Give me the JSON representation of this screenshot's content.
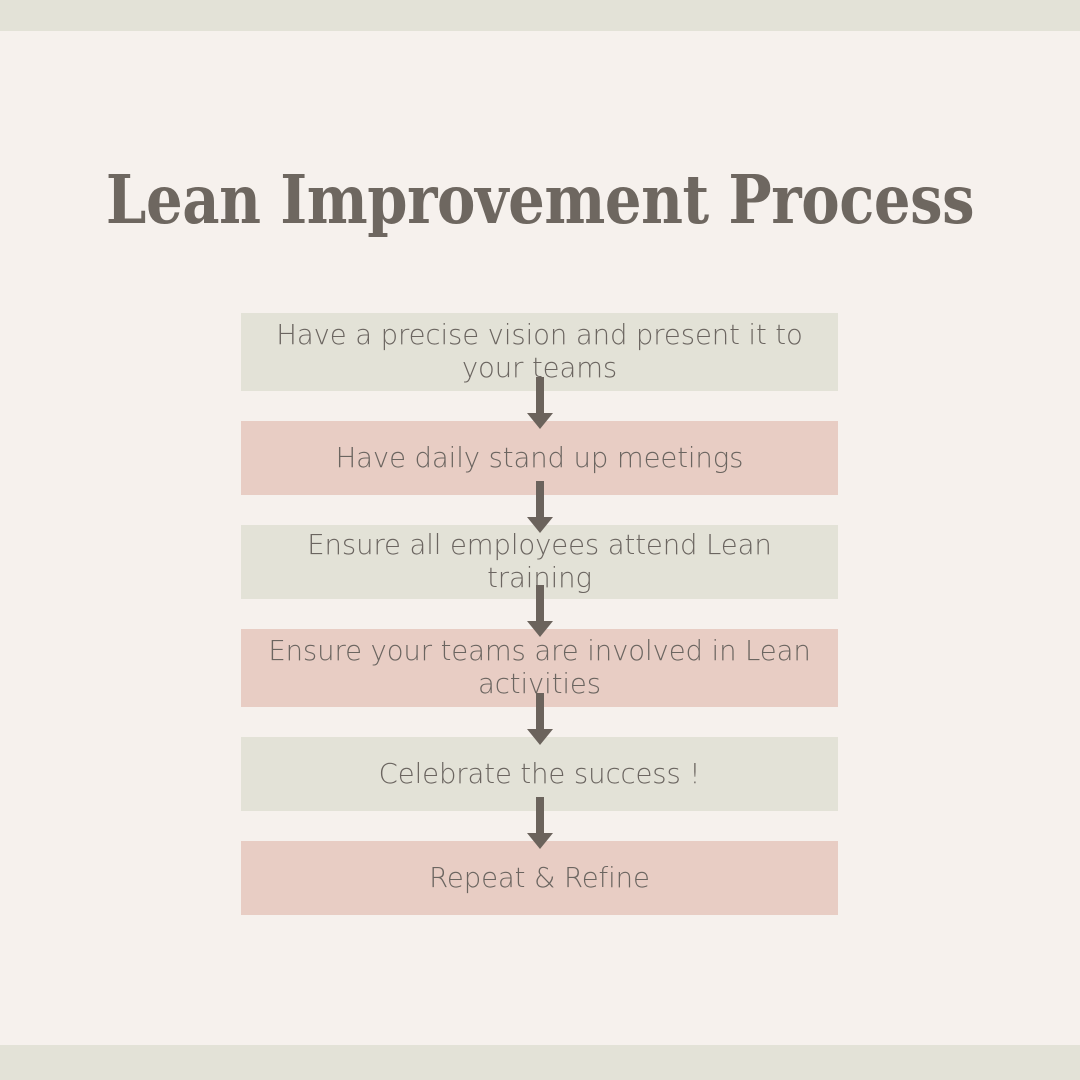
{
  "page": {
    "background_color": "#f6f1ed",
    "band_color": "#e3e2d7",
    "title": "Lean Improvement Process",
    "title_color": "#6e6760"
  },
  "colors": {
    "sage": "#e3e2d7",
    "pink": "#e8cdc4",
    "text": "#6b6560",
    "arrow": "#6b635c"
  },
  "flowchart": {
    "type": "vertical-flow",
    "connector_icon": "arrow-down-icon",
    "steps": [
      {
        "index": 1,
        "label": "Have a precise vision and present it to your teams",
        "fill": "sage",
        "lines": 2
      },
      {
        "index": 2,
        "label": "Have daily stand up meetings",
        "fill": "pink",
        "lines": 1
      },
      {
        "index": 3,
        "label": "Ensure all employees attend Lean training",
        "fill": "sage",
        "lines": 1
      },
      {
        "index": 4,
        "label": "Ensure your teams are involved in Lean activities",
        "fill": "pink",
        "lines": 2
      },
      {
        "index": 5,
        "label": "Celebrate the success !",
        "fill": "sage",
        "lines": 1
      },
      {
        "index": 6,
        "label": "Repeat & Refine",
        "fill": "pink",
        "lines": 1
      }
    ]
  }
}
